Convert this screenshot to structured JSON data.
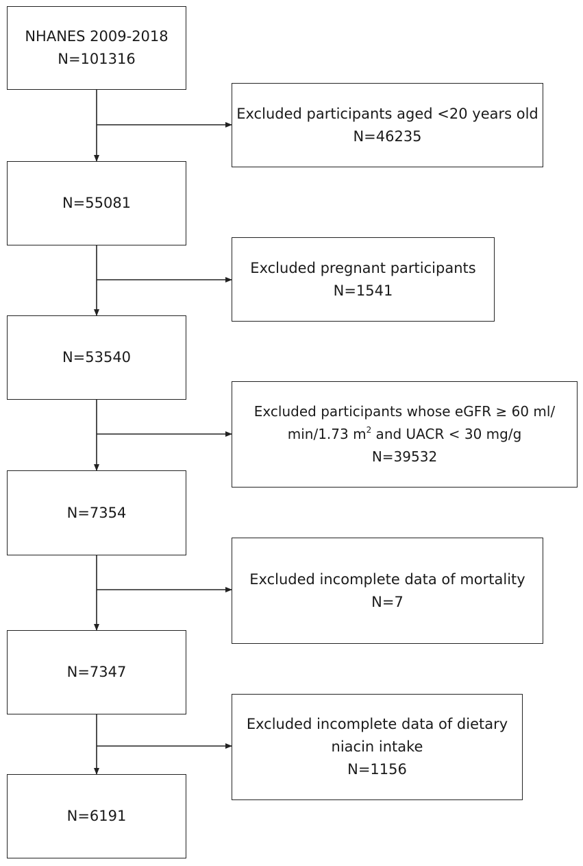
{
  "main_boxes": [
    {
      "lines": [
        "NHANES 2009-2018",
        "N=101316"
      ]
    },
    {
      "lines": [
        "N=55081"
      ]
    },
    {
      "lines": [
        "N=53540"
      ]
    },
    {
      "lines": [
        "N=7354"
      ]
    },
    {
      "lines": [
        "N=7347"
      ]
    },
    {
      "lines": [
        "N=6191"
      ]
    }
  ],
  "exclusion_boxes": [
    {
      "lines": [
        "Excluded participants aged <20 years old",
        "N=46235"
      ]
    },
    {
      "lines": [
        "Excluded pregnant participants",
        "N=1541"
      ]
    },
    {
      "line1": "Excluded participants whose eGFR ≥ 60 ml/",
      "line2_pre": "min/1.73 m",
      "line2_sup": "2",
      "line2_post": " and UACR < 30 mg/g",
      "count": "N=39532"
    },
    {
      "lines": [
        "Excluded incomplete data of mortality",
        "N=7"
      ]
    },
    {
      "lines": [
        "Excluded incomplete data of dietary",
        "niacin intake",
        "N=1156"
      ]
    }
  ]
}
